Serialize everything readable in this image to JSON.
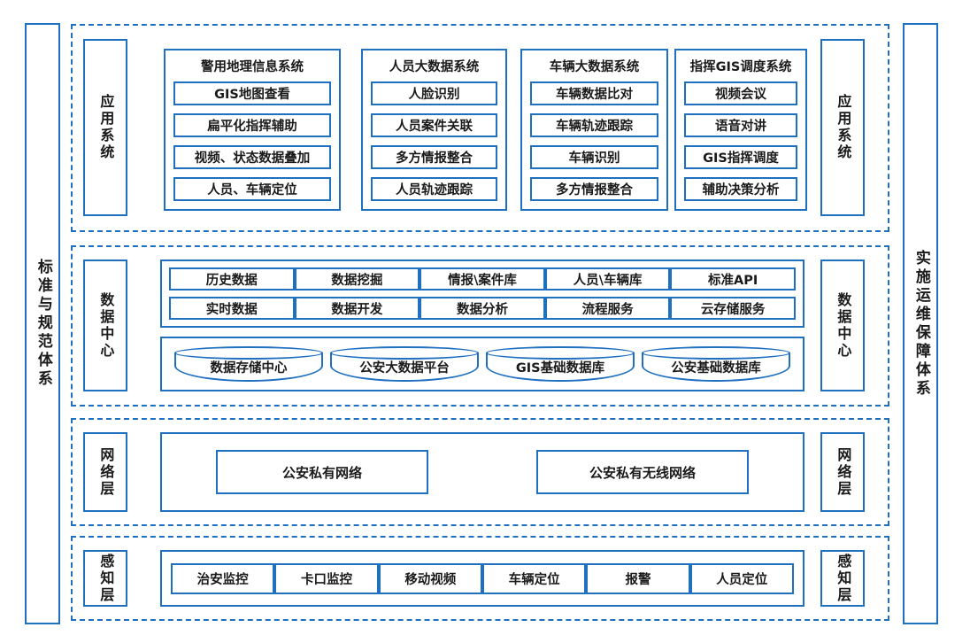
{
  "colors": {
    "accent": "#2070C0",
    "text": "#1a1a1a",
    "background": "#ffffff"
  },
  "side_pillars": {
    "left": {
      "label": "标准与规范体系"
    },
    "right": {
      "label": "实施运维保障体系"
    }
  },
  "layers": [
    {
      "key": "application",
      "left_label": "应用系统",
      "right_label": "应用系统",
      "groups": [
        {
          "title": "警用地理信息系统",
          "items": [
            "GIS地图查看",
            "扁平化指挥辅助",
            "视频、状态数据叠加",
            "人员、车辆定位"
          ]
        },
        {
          "title": "人员大数据系统",
          "items": [
            "人脸识别",
            "人员案件关联",
            "多方情报整合",
            "人员轨迹跟踪"
          ]
        },
        {
          "title": "车辆大数据系统",
          "items": [
            "车辆数据比对",
            "车辆轨迹跟踪",
            "车辆识别",
            "多方情报整合"
          ]
        },
        {
          "title": "指挥GIS调度系统",
          "items": [
            "视频会议",
            "语音对讲",
            "GIS指挥调度",
            "辅助决策分析"
          ]
        }
      ]
    },
    {
      "key": "data_center",
      "left_label": "数据中心",
      "right_label": "数据中心",
      "services": {
        "row1": [
          "历史数据",
          "数据挖掘",
          "情报\\案件库",
          "人员\\车辆库",
          "标准API"
        ],
        "row2": [
          "实时数据",
          "数据开发",
          "数据分析",
          "流程服务",
          "云存储服务"
        ]
      },
      "databases": [
        "数据存储中心",
        "公安大数据平台",
        "GIS基础数据库",
        "公安基础数据库"
      ]
    },
    {
      "key": "network",
      "left_label": "网络层",
      "right_label": "网络层",
      "items": [
        "公安私有网络",
        "公安私有无线网络"
      ]
    },
    {
      "key": "perception",
      "left_label": "感知层",
      "right_label": "感知层",
      "items": [
        "治安监控",
        "卡口监控",
        "移动视频",
        "车辆定位",
        "报警",
        "人员定位"
      ]
    }
  ]
}
